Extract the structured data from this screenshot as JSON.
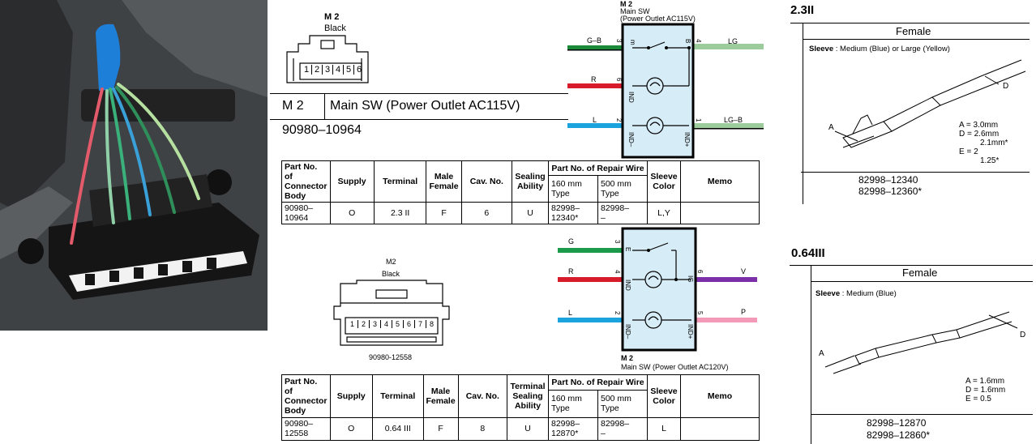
{
  "top_connector": {
    "code": "M 2",
    "color": "Black",
    "pins": [
      "1",
      "2",
      "3",
      "4",
      "5",
      "6"
    ],
    "name_code": "M 2",
    "name": "Main SW (Power Outlet AC115V)",
    "part_no": "90980–10964"
  },
  "top_schematic": {
    "title_lines": [
      "M 2",
      "Main SW",
      "(Power Outlet AC115V)"
    ],
    "wires_left": [
      {
        "label": "G–B",
        "pin": "3",
        "color": "#1a8a3a"
      },
      {
        "label": "R",
        "pin": "6",
        "color": "#d81b2b"
      },
      {
        "label": "L",
        "pin": "2",
        "color": "#1aa3dc"
      }
    ],
    "wires_right": [
      {
        "label": "LG",
        "pin": "4",
        "color": "#9ccc9c"
      },
      {
        "label": "LG–B",
        "pin": "1",
        "color": "#9ccc9c"
      }
    ],
    "terminals": [
      "m",
      "B",
      "IND",
      "IND–",
      "IND+"
    ]
  },
  "top_table": {
    "headers": [
      "Part No. of Connector Body",
      "Supply",
      "Terminal",
      "Male Female",
      "Cav. No.",
      "Sealing Ability",
      "Part No. of Repair Wire",
      "Sleeve Color",
      "Memo"
    ],
    "sub_headers": [
      "160 mm Type",
      "500 mm Type"
    ],
    "row": [
      "90980–10964",
      "O",
      "2.3 II",
      "F",
      "6",
      "U",
      "82998–12340*",
      "82998–\n–",
      "L,Y",
      ""
    ]
  },
  "bottom_connector": {
    "code": "M2",
    "color": "Black",
    "pins": [
      "1",
      "2",
      "3",
      "4",
      "5",
      "6",
      "7",
      "8"
    ],
    "part_no": "90980-12558"
  },
  "bottom_schematic": {
    "title_lines": [
      "M 2",
      "Main SW (Power Outlet AC120V)"
    ],
    "wires_left": [
      {
        "label": "G",
        "pin": "3",
        "color": "#1a9a4a"
      },
      {
        "label": "R",
        "pin": "4",
        "color": "#d81b2b"
      },
      {
        "label": "L",
        "pin": "2",
        "color": "#1aa3dc"
      }
    ],
    "wires_right": [
      {
        "label": "V",
        "pin": "6",
        "color": "#7b2fa8"
      },
      {
        "label": "P",
        "pin": "5",
        "color": "#f29ab8"
      }
    ],
    "terminals": [
      "E",
      "IG",
      "IND",
      "IND–",
      "IND+"
    ]
  },
  "bottom_table": {
    "headers": [
      "Part No. of Connector Body",
      "Supply",
      "Terminal",
      "Male Female",
      "Cav. No.",
      "Terminal Sealing Ability",
      "Part No. of Repair Wire",
      "Sleeve Color",
      "Memo"
    ],
    "sub_headers": [
      "160 mm Type",
      "500 mm Type"
    ],
    "row": [
      "90980–12558",
      "O",
      "0.64 III",
      "F",
      "8",
      "U",
      "82998–12870*",
      "82998–\n–",
      "L",
      ""
    ]
  },
  "terminal_23": {
    "title": "2.3II",
    "header": "Female",
    "sleeve_label": "Sleeve",
    "sleeve_text": " : Medium (Blue) or Large (Yellow)",
    "dims": [
      "A = 3.0mm",
      "D = 2.6mm",
      "2.1mm*",
      "E = 2",
      "1.25*"
    ],
    "letters": [
      "A",
      "D"
    ],
    "parts": [
      "82998–12340",
      "82998–12360*"
    ]
  },
  "terminal_064": {
    "title": "0.64III",
    "header": "Female",
    "sleeve_label": "Sleeve",
    "sleeve_text": " : Medium (Blue)",
    "dims": [
      "A = 1.6mm",
      "D = 1.6mm",
      "E = 0.5"
    ],
    "letters": [
      "A",
      "D"
    ],
    "parts": [
      "82998–12870",
      "82998–12860*"
    ]
  }
}
